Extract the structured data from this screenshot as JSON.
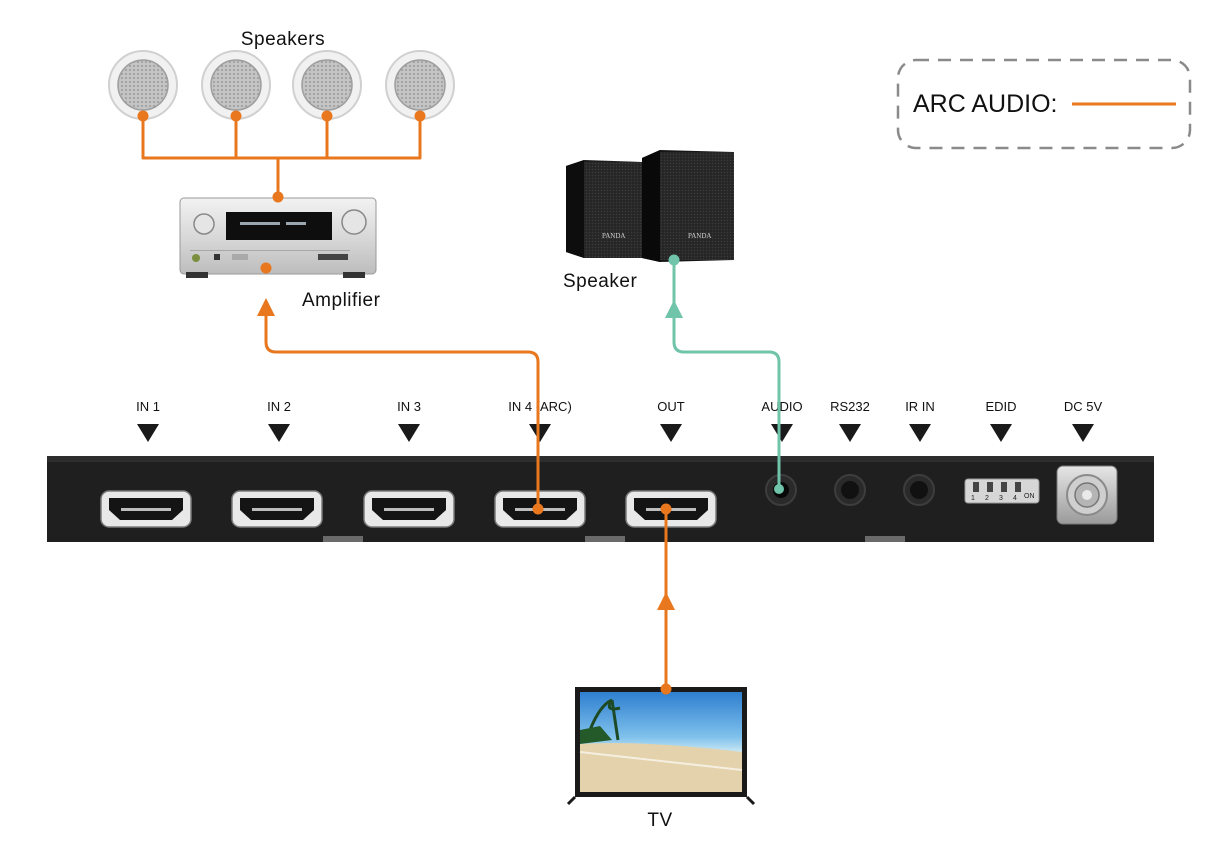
{
  "labels": {
    "speakers": "Speakers",
    "amplifier": "Amplifier",
    "speaker": "Speaker",
    "tv": "TV",
    "legend": "ARC AUDIO:",
    "speaker_brand": "PANDA"
  },
  "ports": [
    "IN 1",
    "IN 2",
    "IN 3",
    "IN 4 (ARC)",
    "OUT",
    "AUDIO",
    "RS232",
    "IR IN",
    "EDID",
    "DC 5V"
  ],
  "dip_switch": {
    "numbers": [
      "1",
      "2",
      "3",
      "4"
    ],
    "on_label": "ON"
  },
  "colors": {
    "arc_audio": "#e8771e",
    "analog_audio": "#6fc4aa",
    "device_body": "#1f1f1f",
    "marker": "#1a1a1a",
    "legend_border": "#8a8a8a"
  }
}
